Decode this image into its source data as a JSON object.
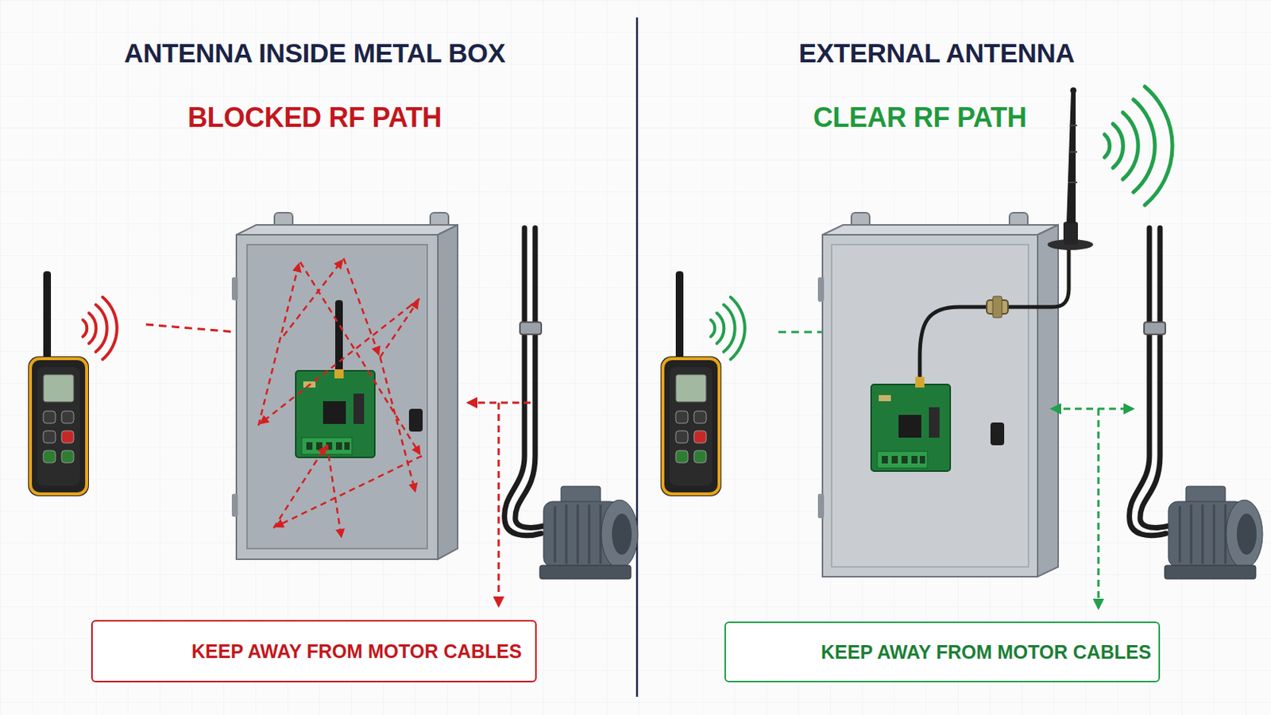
{
  "diagram": {
    "nodes": [
      {
        "text": [
          "KEEP AWAY FROM MOTOR CABLES"
        ]
      },
      {
        "text": [
          "KEEP AWAY FROM MOTOR CABLES"
        ]
      }
    ],
    "labels": [
      "ANTENNA INSIDE METAL BOX",
      "BLOCKED RF PATH",
      "EXTERNAL ANTENNA",
      "CLEAR RF PATH"
    ]
  }
}
